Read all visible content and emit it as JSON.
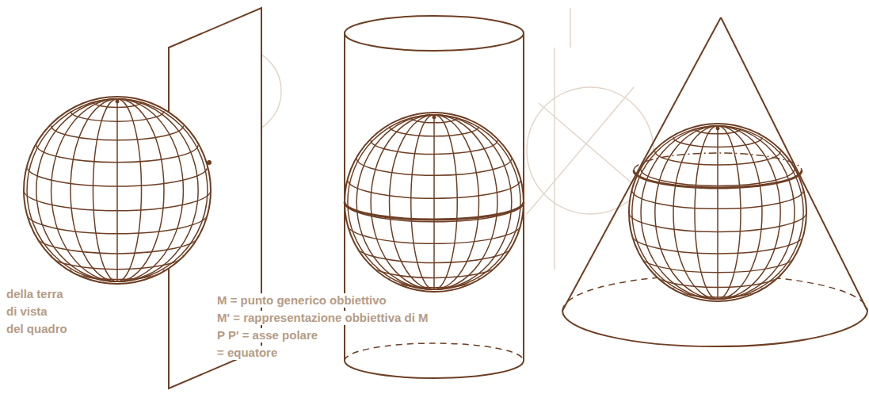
{
  "diagram": {
    "labels": [
      "della terra",
      "di vista",
      "del quadro",
      "M = punto generico obbiettivo",
      "M' = rappresentazione obbiettiva di M",
      "P P' = asse polare",
      "= equatore"
    ]
  }
}
